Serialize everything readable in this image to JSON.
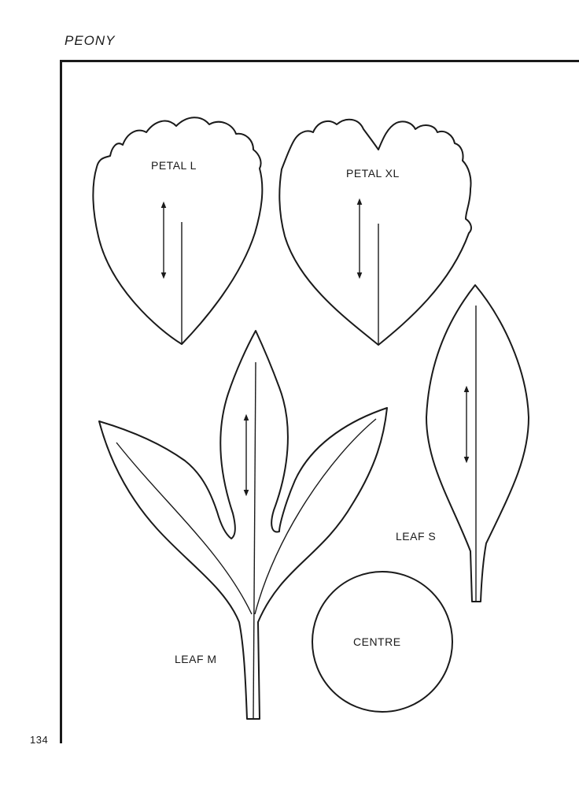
{
  "header": {
    "title": "PEONY"
  },
  "footer": {
    "page_number": "134"
  },
  "templates": {
    "petal_l": "PETAL L",
    "petal_xl": "PETAL XL",
    "leaf_s": "LEAF S",
    "leaf_m": "LEAF M",
    "centre": "CENTRE"
  }
}
